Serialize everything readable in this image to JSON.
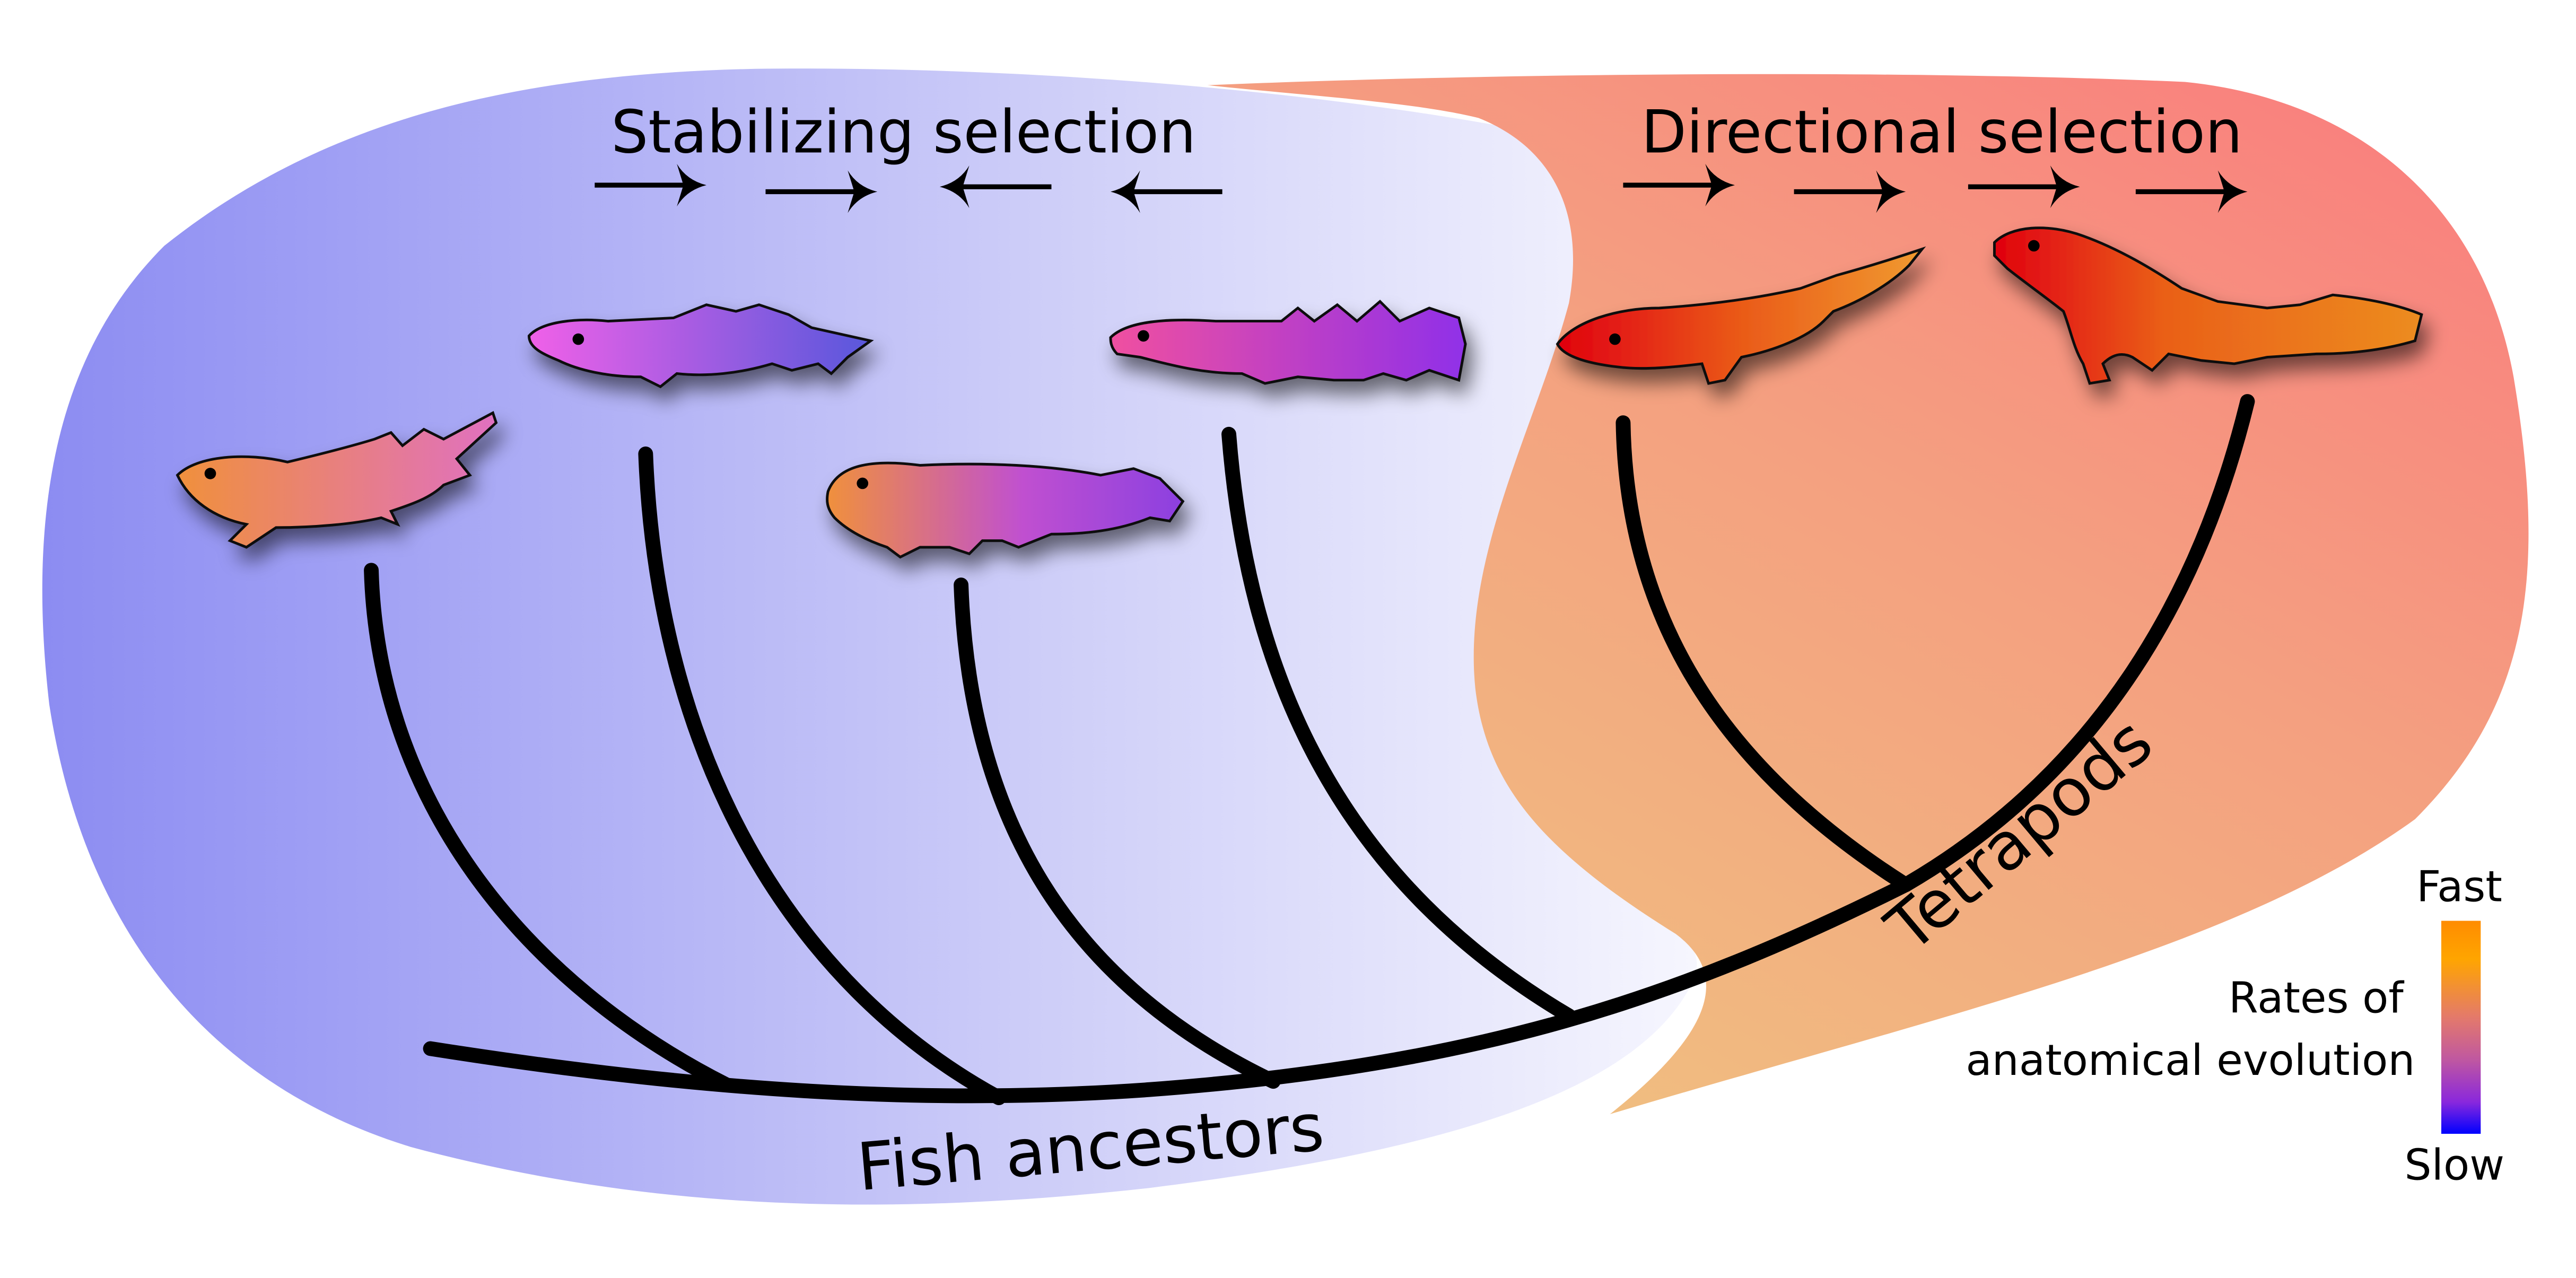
{
  "titles": {
    "stabilizing": "Stabilizing selection",
    "directional": "Directional selection"
  },
  "arrows": {
    "stabilizing": [
      "right",
      "right",
      "left",
      "left"
    ],
    "directional": [
      "right",
      "right",
      "right",
      "right"
    ]
  },
  "clade_labels": {
    "fish": "Fish ancestors",
    "tetrapods": "Tetrapods"
  },
  "legend": {
    "title_line1": "Rates of",
    "title_line2": "anatomical evolution",
    "top": "Fast",
    "bottom": "Slow",
    "color_fast": "#ff8c00",
    "color_mid": "#d86880",
    "color_slow": "#0000ff"
  },
  "regions": {
    "stabilizing_color_left": "#8c8cf2",
    "stabilizing_color_right": "#f4f4fd",
    "directional_color_top": "#fa8080",
    "directional_color_bottom": "#f0c080"
  },
  "taxa": [
    {
      "name": "lobe-finned-fish-1",
      "rate": "intermediate",
      "color_head": "#f0903c",
      "color_tail": "#e070b8"
    },
    {
      "name": "lobe-finned-fish-2",
      "rate": "slow",
      "color_head": "#f060e0",
      "color_tail": "#6060e0"
    },
    {
      "name": "coelacanth-like-fish",
      "rate": "intermediate",
      "color_head": "#f0903c",
      "color_tail": "#9040e0"
    },
    {
      "name": "elpistostegalian-fish",
      "rate": "slow",
      "color_head": "#f050a0",
      "color_tail": "#9030e0"
    },
    {
      "name": "early-tetrapod-1",
      "rate": "fast",
      "color_head": "#e00010",
      "color_tail": "#f08a20"
    },
    {
      "name": "early-tetrapod-2",
      "rate": "fast",
      "color_head": "#e00010",
      "color_tail": "#f08a20"
    }
  ]
}
